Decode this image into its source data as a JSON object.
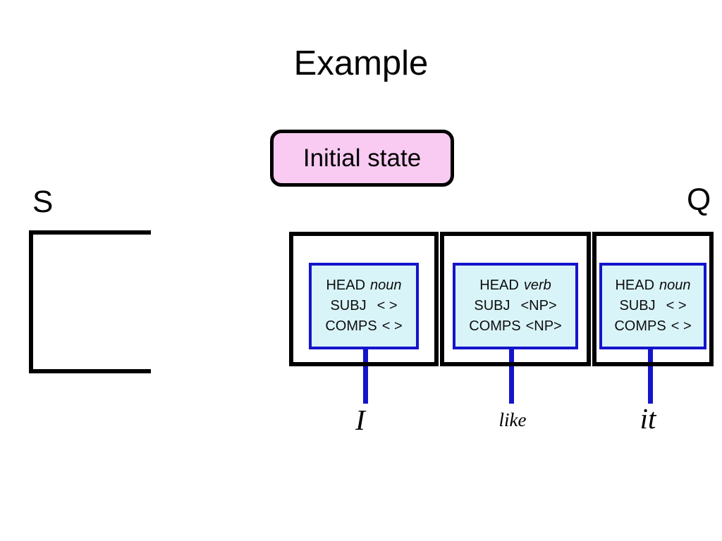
{
  "title": "Example",
  "badge": {
    "label": "Initial state"
  },
  "stack": {
    "label": "S"
  },
  "queue": {
    "label": "Q",
    "cells": [
      {
        "features": {
          "head_attr": "HEAD",
          "head_val": "noun",
          "subj_attr": "SUBJ",
          "subj_val": "< >",
          "comps_attr": "COMPS",
          "comps_val": "< >"
        },
        "word": "I"
      },
      {
        "features": {
          "head_attr": "HEAD",
          "head_val": "verb",
          "subj_attr": "SUBJ",
          "subj_val": "<NP>",
          "comps_attr": "COMPS",
          "comps_val": "<NP>"
        },
        "word": "like"
      },
      {
        "features": {
          "head_attr": "HEAD",
          "head_val": "noun",
          "subj_attr": "SUBJ",
          "subj_val": "< >",
          "comps_attr": "COMPS",
          "comps_val": "< >"
        },
        "word": "it"
      }
    ]
  },
  "colors": {
    "badge_fill": "#f9cbf2",
    "feature_fill": "#d9f4f8",
    "feature_border": "#1414cc",
    "connector": "#1414cc",
    "outline": "#000000"
  }
}
